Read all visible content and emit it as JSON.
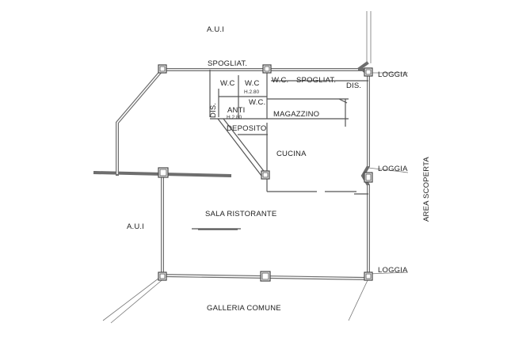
{
  "labels": {
    "aui_top": "A.U.I",
    "aui_left": "A.U.I",
    "spogliat_top": "SPOGLIAT.",
    "wc_1": "W.C",
    "wc_2": "W.C",
    "wc_3": "W.C.",
    "wc_4": "W.C.",
    "h_280_a": "H.2.80",
    "h_280_b": "H.2.80",
    "spogliat_right": "SPOGLIAT.",
    "dis_1": "DIS.",
    "dis_2": "DIS.",
    "anti": "ANTI",
    "deposito": "DEPOSITO",
    "magazzino": "MAGAZZINO",
    "cucina": "CUCINA",
    "loggia_1": "LOGGIA",
    "loggia_2": "LOGGIA",
    "loggia_3": "LOGGIA",
    "sala_ristorante": "SALA RISTORANTE",
    "area_scoperta": "AREA SCOPERTA",
    "galleria_comune": "GALLERIA COMUNE"
  }
}
